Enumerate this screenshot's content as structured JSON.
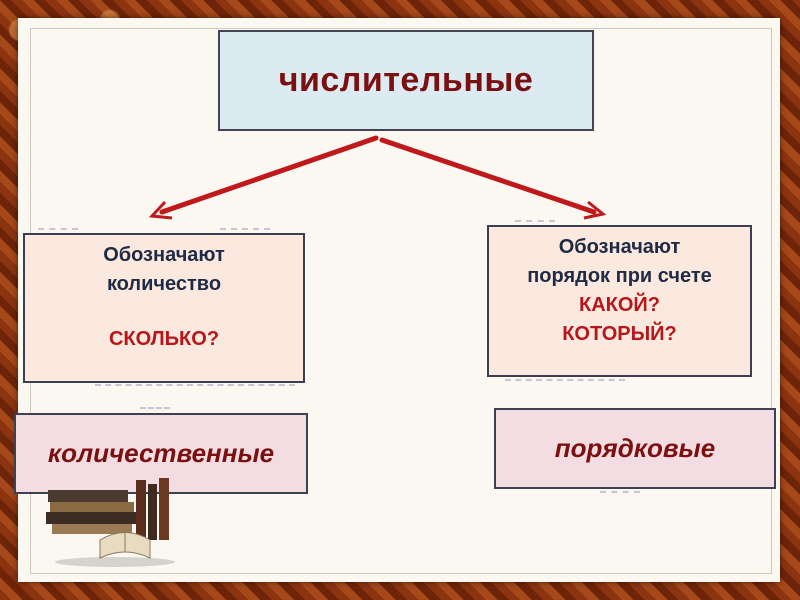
{
  "title": "числительные",
  "left": {
    "description_lines": [
      "Обозначают",
      "количество"
    ],
    "question": "СКОЛЬКО?",
    "name": "количественные"
  },
  "right": {
    "description_lines": [
      "Обозначают",
      "порядок при счете"
    ],
    "questions": [
      "КАКОЙ?",
      "КОТОРЫЙ?"
    ],
    "name": "порядковые"
  },
  "colors": {
    "title_text": "#7a1010",
    "arrow": "#c0191b",
    "title_bg": "#dcebf2",
    "desc_bg": "#fbe9df",
    "name_bg": "#f4dde2"
  },
  "icons": [
    "arrow-left-icon",
    "arrow-right-icon",
    "books-picture"
  ]
}
